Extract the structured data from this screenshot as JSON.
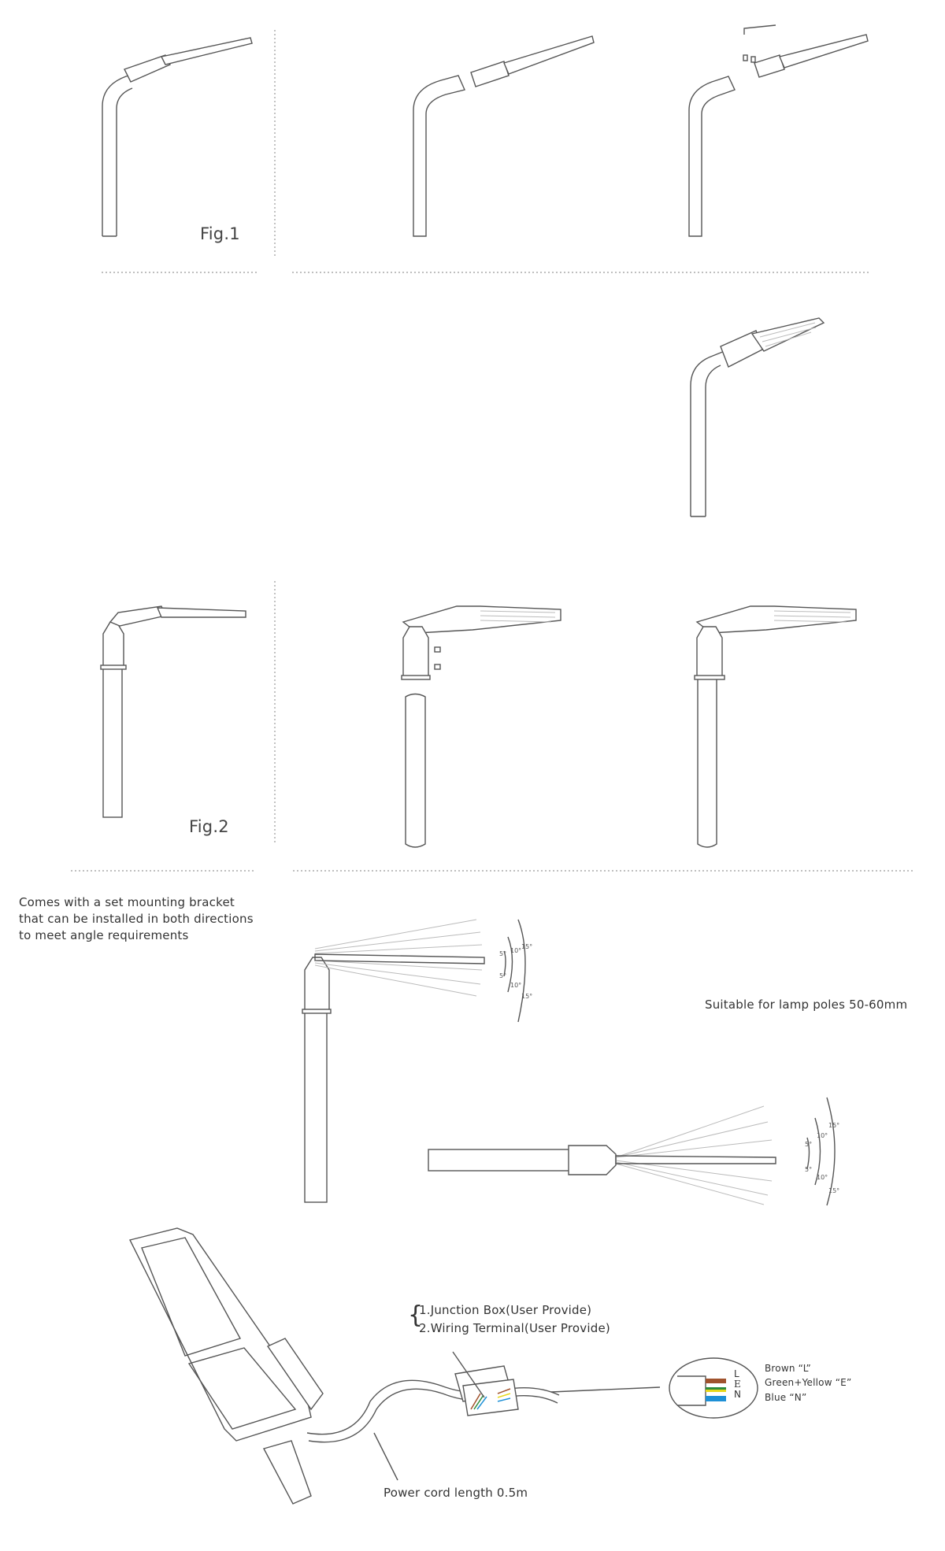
{
  "figures": {
    "fig1_label": "Fig.1",
    "fig2_label": "Fig.2"
  },
  "notes": {
    "bracket_line1": "Comes with a set  mounting bracket",
    "bracket_line2": "that can be installed in both directions",
    "bracket_line3": "to meet angle requirements",
    "pole_size": "Suitable for lamp poles 50-60mm",
    "junction_box": "1.Junction Box(User Provide)",
    "wiring_terminal": "2.Wiring Terminal(User Provide)",
    "power_cord": "Power cord length 0.5m"
  },
  "angles": [
    "5°",
    "10°",
    "15°"
  ],
  "wiring": {
    "letters": [
      "L",
      "E",
      "N"
    ],
    "brown": "Brown   “L”",
    "green_yellow": "Green+Yellow   “E”",
    "blue": "Blue   “N”",
    "colors": {
      "brown": "#a0522d",
      "green": "#2e8b3a",
      "yellow": "#e8d81a",
      "blue": "#1e90d6"
    }
  }
}
